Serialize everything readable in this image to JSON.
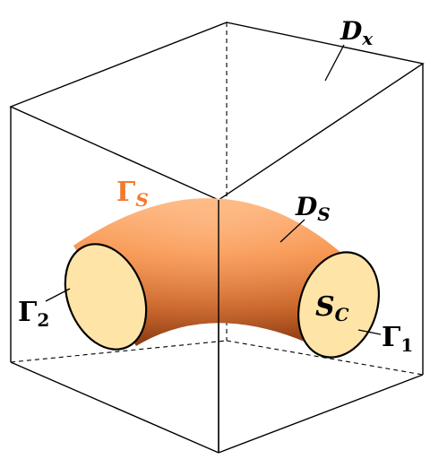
{
  "labels": {
    "domain_box": {
      "main": "D",
      "sub": "x"
    },
    "surface_gamma": {
      "main": "Γ",
      "sub": "S"
    },
    "domain_tube": {
      "main": "D",
      "sub": "S"
    },
    "cross_section": {
      "main": "S",
      "sub": "C"
    },
    "gamma_right": {
      "main": "Γ",
      "sub": "1"
    },
    "gamma_left": {
      "main": "Γ",
      "sub": "2"
    }
  },
  "colors": {
    "tube_highlight": "#ffb37a",
    "tube_mid": "#f0782c",
    "tube_shadow": "#7a3412",
    "end_cap": "#ffe4a8",
    "gamma_s_label": "#f47a30",
    "lines": "#000000"
  }
}
